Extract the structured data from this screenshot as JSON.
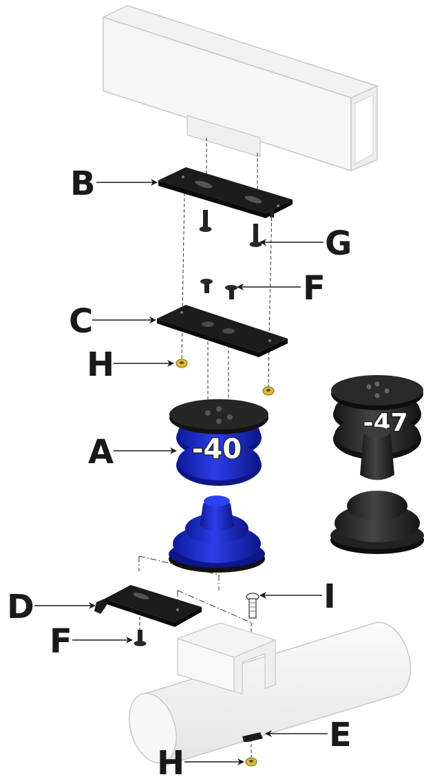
{
  "callouts": {
    "A": "A",
    "B": "B",
    "C": "C",
    "D": "D",
    "E": "E",
    "F_top": "F",
    "F_bottom": "F",
    "G": "G",
    "H_top": "H",
    "H_bottom": "H",
    "I": "I"
  },
  "badges": {
    "blue_spring": "-40",
    "black_spring": "-47"
  },
  "colors": {
    "blue_spring": "#1f2fd1",
    "black_spring": "#2a2a2a",
    "bracket_plate": "#1c1c1c",
    "frame_outline": "#c8c8c8"
  }
}
